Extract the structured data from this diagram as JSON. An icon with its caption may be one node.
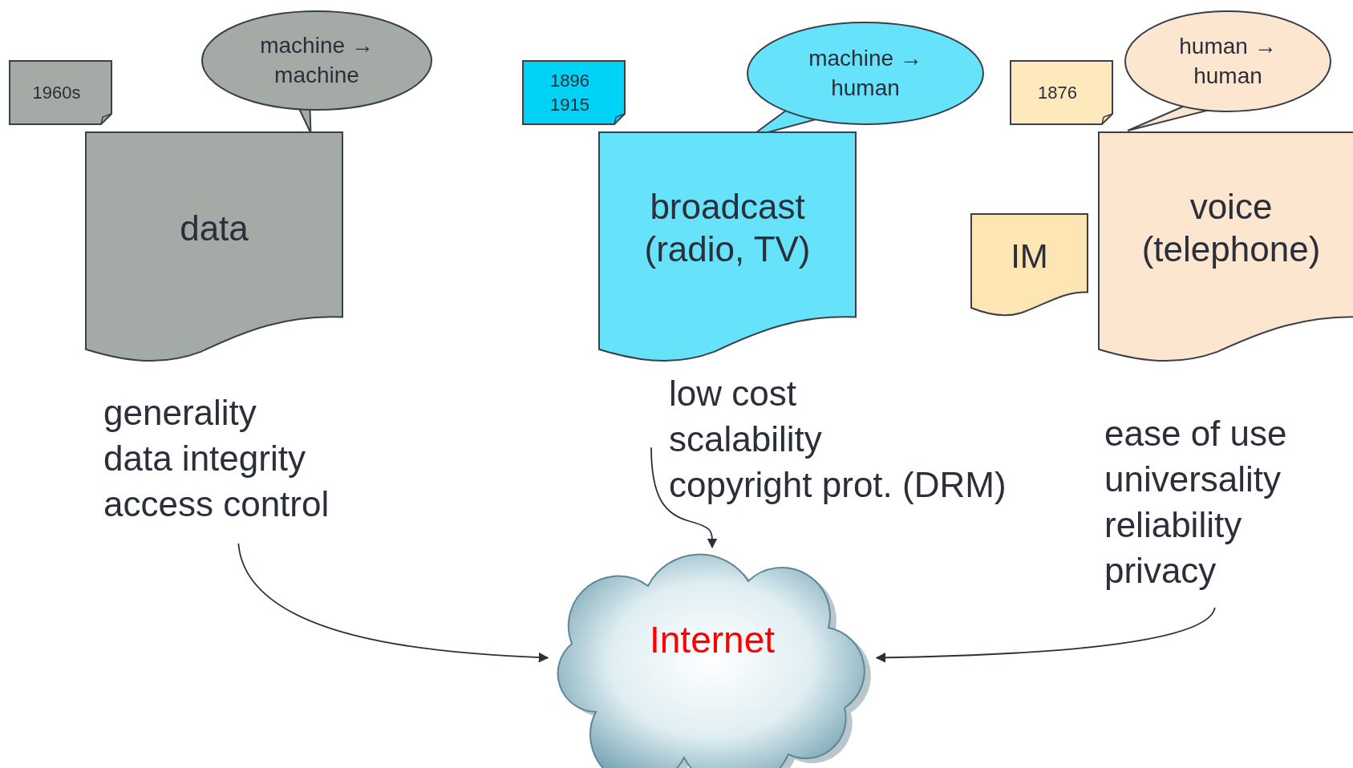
{
  "diagram": {
    "nodes": [
      {
        "text": [
          "1960s"
        ]
      },
      {
        "text": [
          "machine → machine"
        ]
      },
      {
        "text": [
          "data"
        ]
      },
      {
        "text": [
          "generality",
          "data integrity",
          "access control"
        ]
      },
      {
        "text": [
          "1896 1915"
        ]
      },
      {
        "text": [
          "machine → human"
        ]
      },
      {
        "text": [
          "broadcast (radio, TV)"
        ]
      },
      {
        "text": [
          "low cost",
          "scalability",
          "copyright prot. (DRM)"
        ]
      },
      {
        "text": [
          "1876"
        ]
      },
      {
        "text": [
          "human → human"
        ]
      },
      {
        "text": [
          "IM"
        ]
      },
      {
        "text": [
          "voice (telephone)"
        ]
      },
      {
        "text": [
          "ease of use",
          "universality",
          "reliability",
          "privacy"
        ]
      },
      {
        "text": [
          "Internet"
        ]
      }
    ],
    "edges": [
      {
        "from": 3,
        "to": 13,
        "arrow": "to"
      },
      {
        "from": 7,
        "to": 13,
        "arrow": "to"
      },
      {
        "from": 12,
        "to": 13,
        "arrow": "to"
      }
    ]
  }
}
